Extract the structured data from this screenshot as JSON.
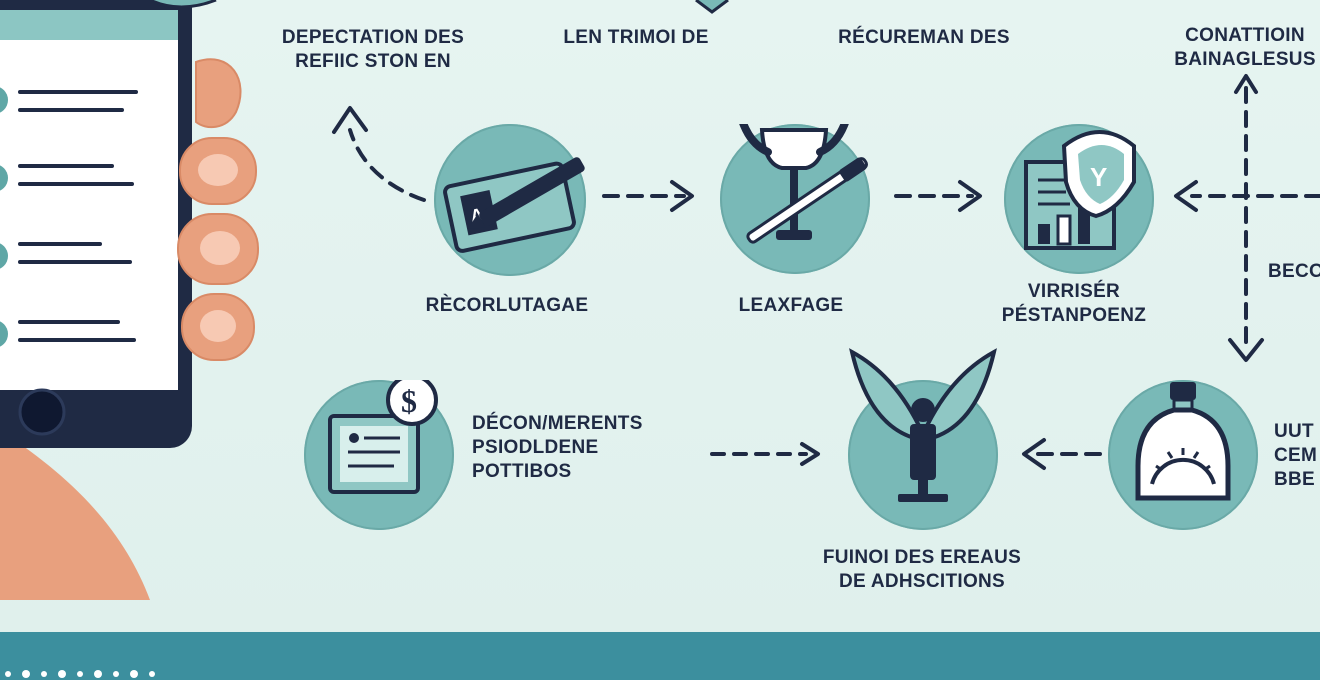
{
  "colors": {
    "background": "#e2f1ee",
    "circle": "#79b9b7",
    "ink": "#1f2a44",
    "footer": "#3c8f9e",
    "hand": "#e8a07e"
  },
  "labels": {
    "top_1": [
      "DEPECTATION DES",
      "REFIIC STON EN"
    ],
    "top_2": [
      "LEN TRIMOI DE"
    ],
    "top_3": [
      "RÉCUREMAN DES"
    ],
    "top_4": [
      "CONATTIOIN",
      "BAINAGLESUS"
    ],
    "mid_1": [
      "RÈCORLUTAGAE"
    ],
    "mid_2": [
      "LEAXFAGE"
    ],
    "mid_3": [
      "VIRRISÉR",
      "PÉSTANPOENZ"
    ],
    "mid_right": [
      "BECO"
    ],
    "bot_1": [
      "DÉCON/MERENTS",
      "PSIODLDENE",
      "POTTIBOS"
    ],
    "bot_2": [
      "FUINOI DES EREAUS",
      "DE ADHSCITIONS"
    ],
    "bot_3": [
      "UUT",
      "CEM",
      "BBE"
    ]
  },
  "icons": {
    "n1": "check-card-pen-icon",
    "n2": "trophy-stick-icon",
    "n3": "document-chart-shield-icon",
    "n4": "document-dollar-icon",
    "n5": "person-wings-icon",
    "n6": "gauge-jar-icon",
    "phone": "smartphone-list-icon",
    "dollar_symbol": "$",
    "shield_letter": "Y"
  }
}
